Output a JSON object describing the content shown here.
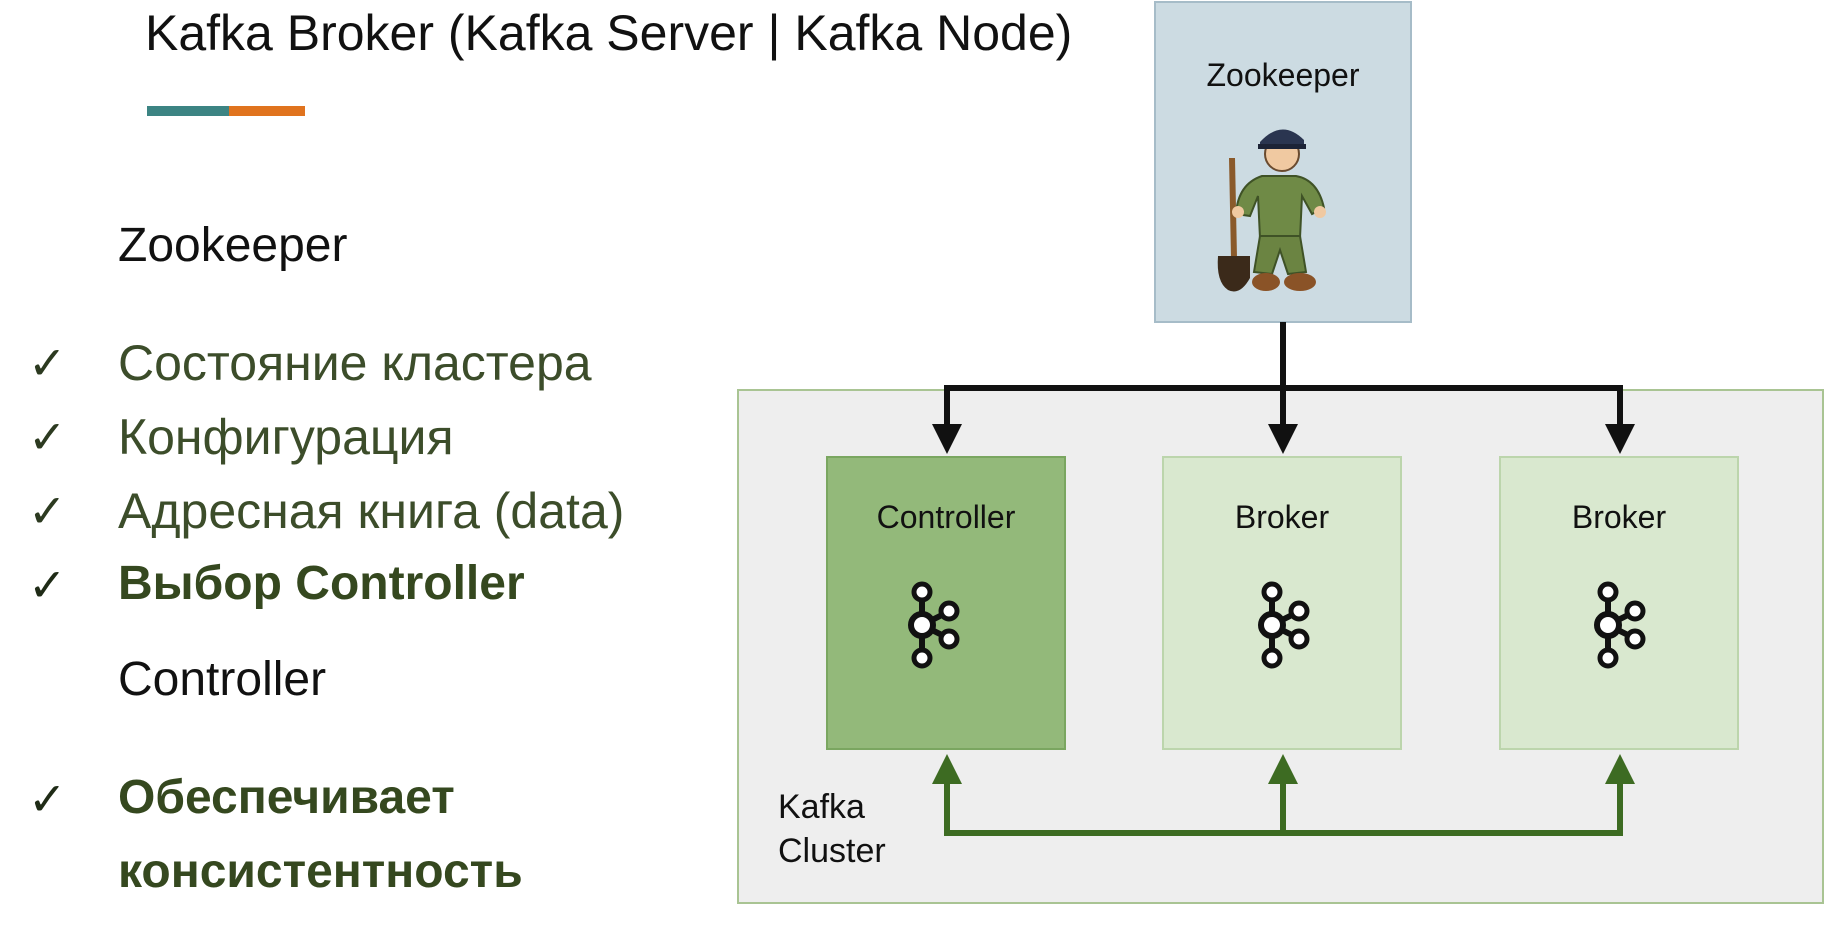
{
  "slide": {
    "title": "Kafka Broker (Kafka Server | Kafka Node)",
    "accent_colors": [
      "#3c8483",
      "#e0731e"
    ]
  },
  "left": {
    "zookeeper_heading": "Zookeeper",
    "zookeeper_items": [
      {
        "text": "Состояние кластера",
        "checked": true,
        "bold": false
      },
      {
        "text": "Конфигурация",
        "checked": true,
        "bold": false
      },
      {
        "text": "Адресная книга (data)",
        "checked": true,
        "bold": false
      },
      {
        "text": "Выбор Controller",
        "checked": true,
        "bold": true
      }
    ],
    "check_mark": "✓",
    "controller_heading": "Controller",
    "controller_item_line1": "Обеспечивает",
    "controller_item_line2": "консистентность"
  },
  "diagram": {
    "zookeeper_label": "Zookeeper",
    "cluster_label_line1": "Kafka",
    "cluster_label_line2": "Cluster",
    "nodes": [
      {
        "label": "Controller",
        "role": "controller",
        "icon": "kafka-logo-icon"
      },
      {
        "label": "Broker",
        "role": "broker",
        "icon": "kafka-logo-icon"
      },
      {
        "label": "Broker",
        "role": "broker",
        "icon": "kafka-logo-icon"
      }
    ],
    "colors": {
      "zookeeper_box": "#ccdbe2",
      "cluster_bg": "#eeeeee",
      "cluster_border": "#a9c493",
      "controller_fill": "#93b97a",
      "broker_fill": "#d9e8cf",
      "zookeeper_arrows": "#111111",
      "controller_arrows": "#3d6b22"
    }
  }
}
